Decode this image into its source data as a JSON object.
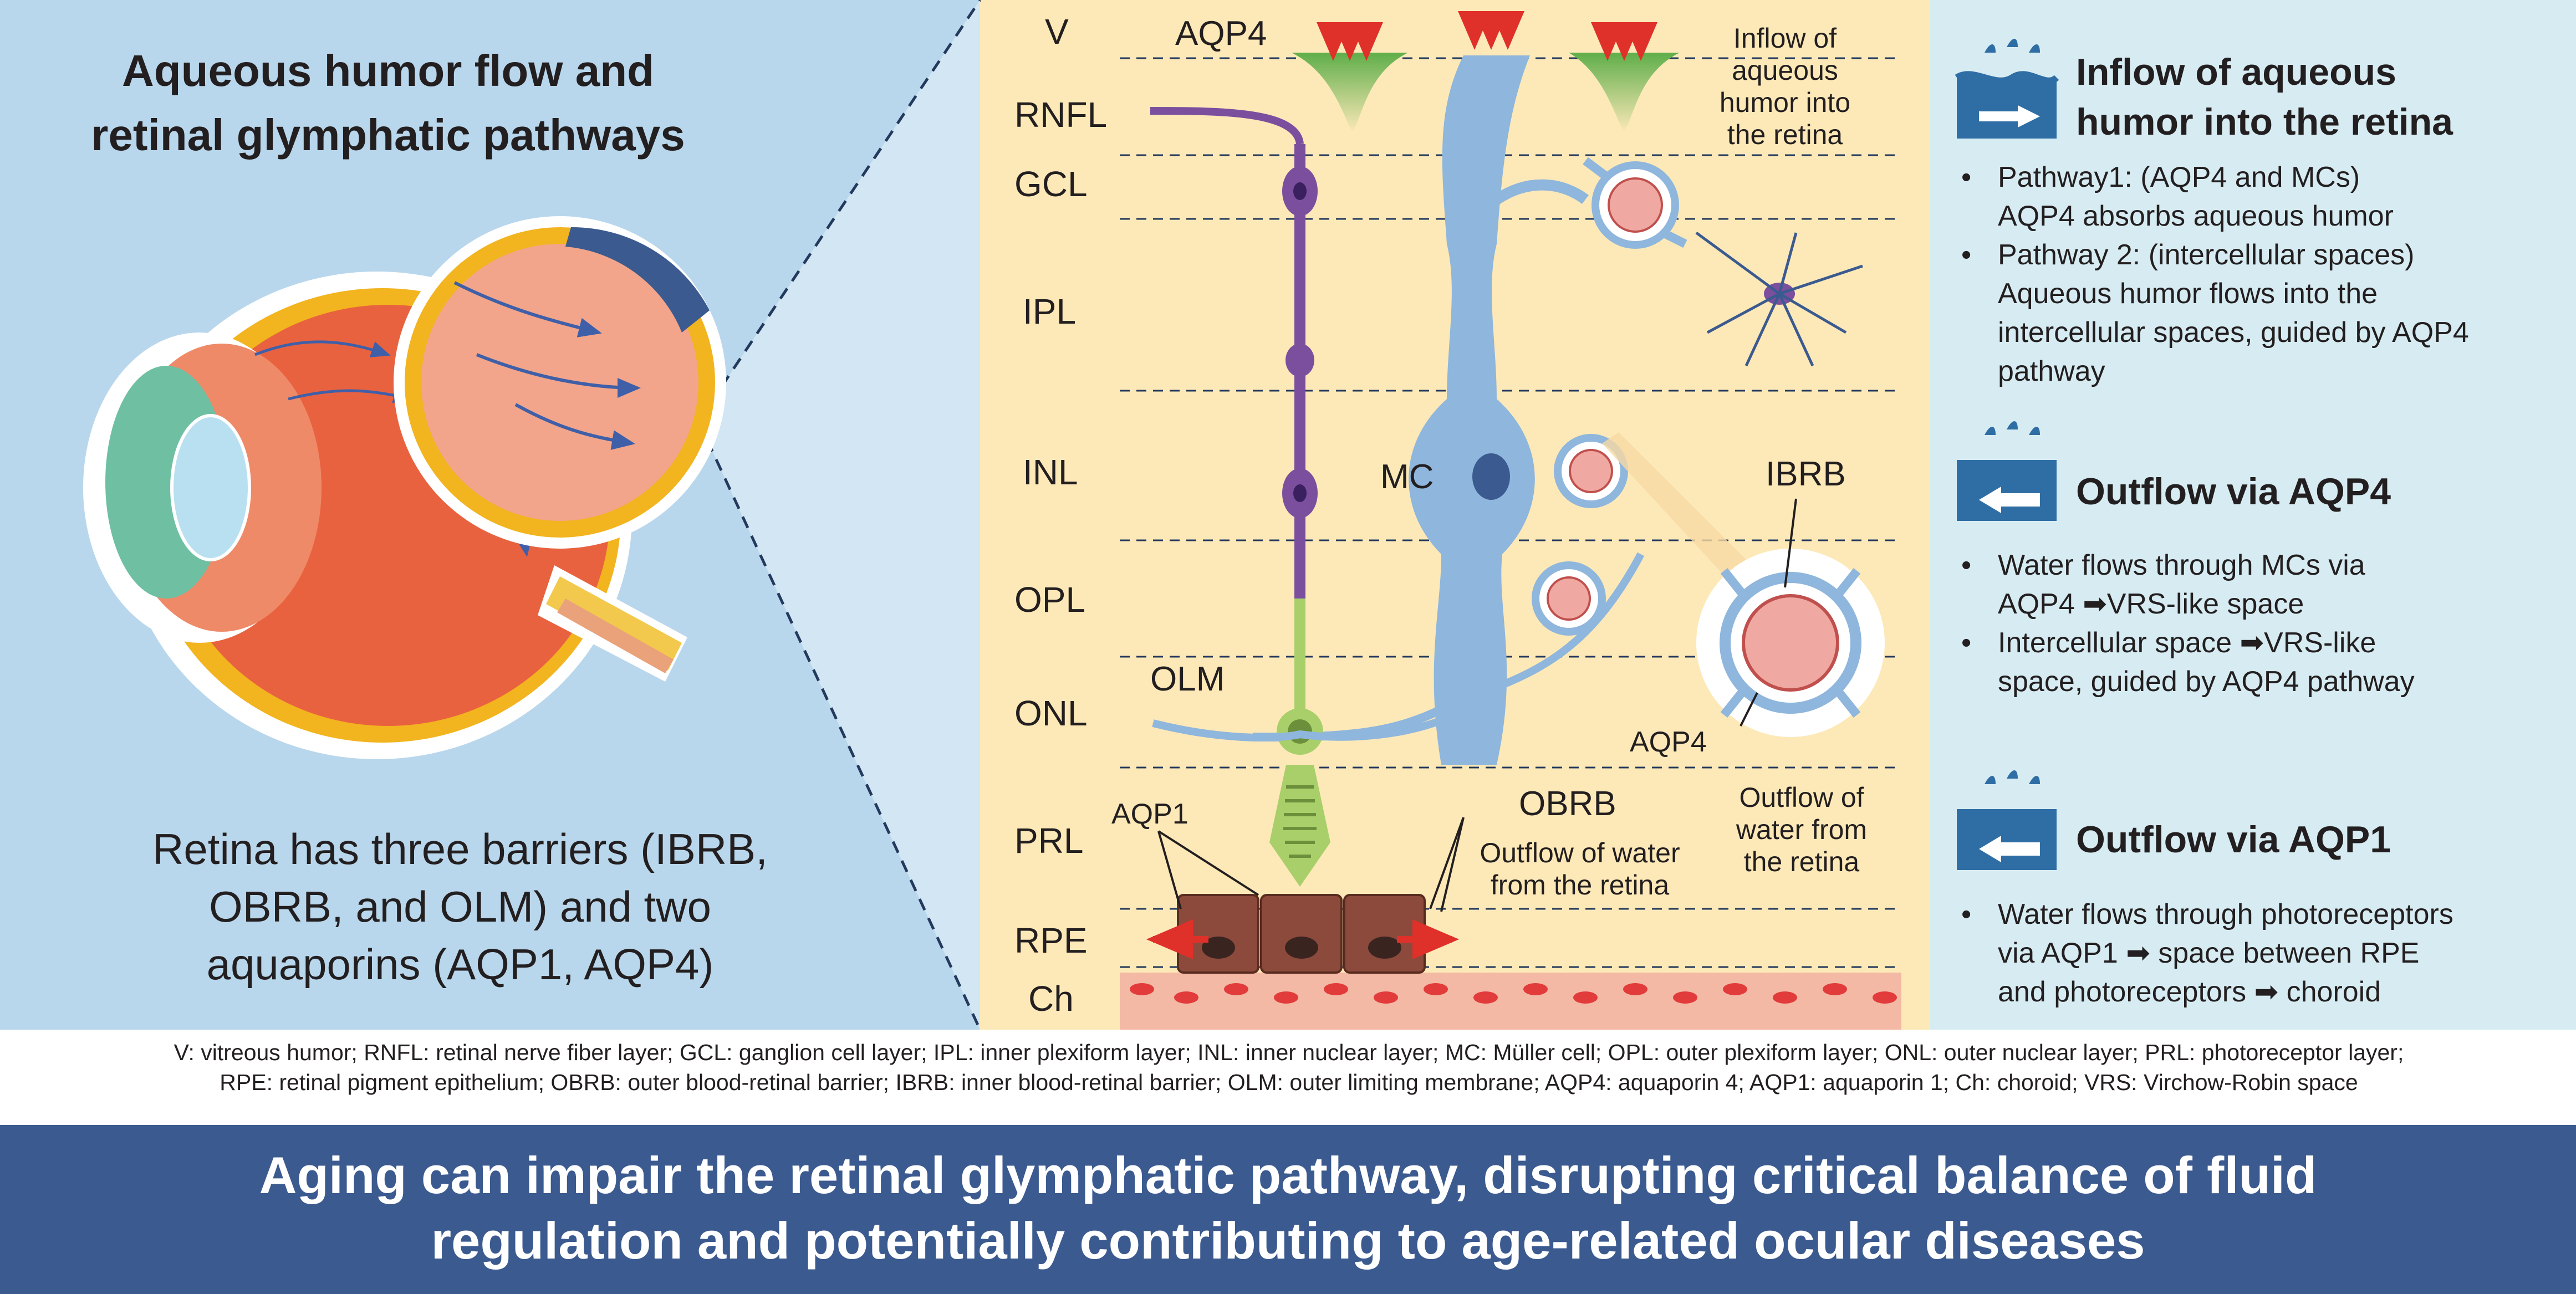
{
  "left": {
    "title_line1": "Aqueous humor flow and",
    "title_line2": "retinal glymphatic pathways",
    "caption_line1": "Retina has three barriers (IBRB,",
    "caption_line2": "OBRB, and OLM) and two",
    "caption_line3": "aquaporins (AQP1, AQP4)"
  },
  "middle": {
    "layers": [
      "V",
      "RNFL",
      "GCL",
      "IPL",
      "INL",
      "OPL",
      "ONL",
      "PRL",
      "RPE",
      "Ch"
    ],
    "aqp4_top": "AQP4",
    "inflow_note_lines": [
      "Inflow of",
      "aqueous",
      "humor into",
      "the retina"
    ],
    "mc": "MC",
    "ibrb": "IBRB",
    "olm": "OLM",
    "aqp4_vessel": "AQP4",
    "outflow_right_lines": [
      "Outflow of",
      "water from",
      "the retina"
    ],
    "obrb": "OBRB",
    "outflow_obrb_lines": [
      "Outflow of water",
      "from the retina"
    ],
    "aqp1": "AQP1"
  },
  "right": {
    "section1": {
      "heading_line1": "Inflow of aqueous",
      "heading_line2": "humor into the retina",
      "items": [
        {
          "line1": "Pathway1: (AQP4 and MCs)",
          "line2": "AQP4 absorbs aqueous humor"
        },
        {
          "line1": "Pathway 2: (intercellular spaces)",
          "line2": "Aqueous humor flows into the",
          "line3": "intercellular spaces, guided by AQP4",
          "line4": "pathway"
        }
      ]
    },
    "section2": {
      "heading": "Outflow via AQP4",
      "items": [
        {
          "line1": "Water flows through MCs via",
          "line2a": "AQP4",
          "line2b": "VRS-like space"
        },
        {
          "line1a": "Intercellular space",
          "line1b": "VRS-like",
          "line2": "space, guided by AQP4 pathway"
        }
      ]
    },
    "section3": {
      "heading": "Outflow via AQP1",
      "items": [
        {
          "line1": "Water flows through photoreceptors",
          "line2a": "via AQP1",
          "line2b": "space between RPE",
          "line3a": "and photoreceptors",
          "line3b": "choroid"
        }
      ]
    }
  },
  "footnote_line1": "V: vitreous humor; RNFL: retinal nerve fiber layer; GCL: ganglion cell layer; IPL: inner plexiform layer; INL: inner nuclear layer; MC: Müller cell; OPL: outer plexiform layer; ONL: outer nuclear layer; PRL: photoreceptor layer;",
  "footnote_line2": "RPE: retinal pigment epithelium; OBRB: outer blood-retinal barrier; IBRB: inner blood-retinal barrier; OLM: outer limiting membrane; AQP4: aquaporin 4; AQP1: aquaporin 1; Ch: choroid; VRS: Virchow-Robin space",
  "banner_line1": "Aging can impair the retinal glymphatic pathway, disrupting critical balance of fluid",
  "banner_line2": "regulation and potentially contributing to age-related ocular diseases",
  "colors": {
    "left_bg": "#b9d7ec",
    "mid_bg": "#fde9b8",
    "right_bg": "#d7ecf2",
    "banner": "#3b5a8f",
    "mc_blue": "#8fb6dc",
    "neuron_purple": "#7b4f9e",
    "photoreceptor_green": "#a9cf6a",
    "arrow_red": "#e0302a",
    "rpe_brown": "#8b4a3c"
  }
}
